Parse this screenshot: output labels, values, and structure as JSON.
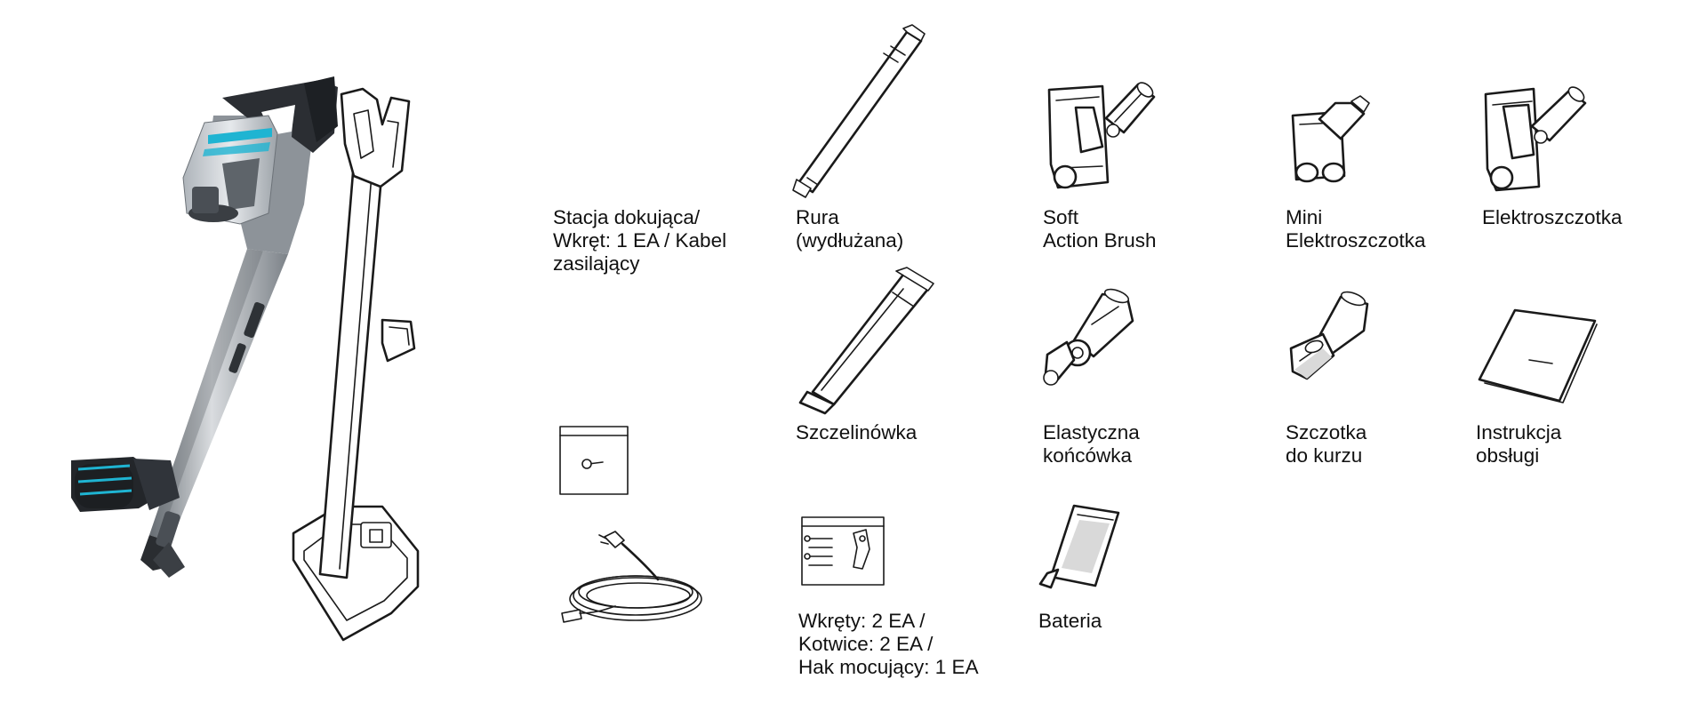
{
  "components": {
    "docking_station": {
      "lines": [
        "Stacja dokująca/",
        "Wkręt: 1 EA / Kabel",
        "zasilający"
      ]
    },
    "pipe": {
      "lines": [
        "Rura",
        "(wydłużana)"
      ]
    },
    "soft_action_brush": {
      "lines": [
        "Soft",
        "Action Brush"
      ]
    },
    "mini_turbo": {
      "lines": [
        "Mini",
        "Elektroszczotka"
      ]
    },
    "turbo_brush": {
      "lines": [
        "Elektroszczotka"
      ]
    },
    "crevice_tool": {
      "lines": [
        "Szczelinówka"
      ]
    },
    "flexible_tool": {
      "lines": [
        "Elastyczna",
        "końcówka"
      ]
    },
    "dusting_brush": {
      "lines": [
        "Szczotka",
        "do kurzu"
      ]
    },
    "manual": {
      "lines": [
        "Instrukcja",
        "obsługi"
      ]
    },
    "screws_kit": {
      "lines": [
        "Wkręty: 2 EA  /",
        "Kotwice: 2 EA /",
        "Hak mocujący: 1 EA"
      ]
    },
    "battery": {
      "lines": [
        "Bateria"
      ]
    }
  },
  "colors": {
    "accent": "#1fb4d2",
    "body": "#9aa0a6",
    "dark": "#2a2d31",
    "outline": "#1a1a1a"
  }
}
